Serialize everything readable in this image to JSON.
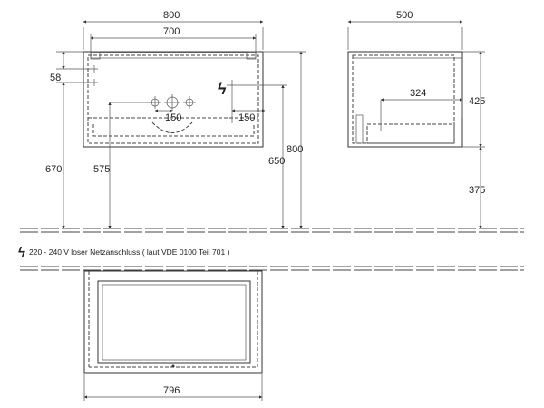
{
  "front_view": {
    "width_total": "800",
    "width_inner": "700",
    "top_offset": "58",
    "height_to_top": "670",
    "height_to_outlet": "575",
    "spacing_left": "150",
    "spacing_right": "150",
    "height_right": "650",
    "height_overall": "800",
    "power_symbol": "ϟ"
  },
  "side_view": {
    "depth_total": "500",
    "inner_depth": "324",
    "cabinet_height": "425",
    "floor_height": "375"
  },
  "note": {
    "symbol": "ϟ",
    "text": "220 - 240 V loser Netzanschluss ( laut VDE 0100 Teil 701 )"
  },
  "plan_view": {
    "width": "796"
  }
}
